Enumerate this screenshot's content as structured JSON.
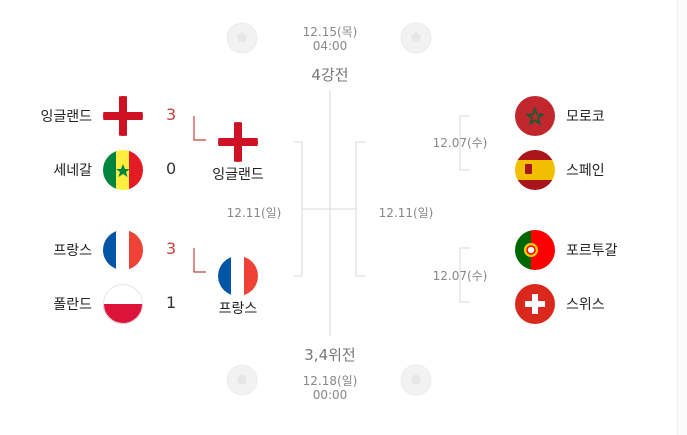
{
  "final": {
    "date": "12.15(목)",
    "time": "04:00",
    "round_label": "4강전"
  },
  "third_place": {
    "round_label": "3,4위전",
    "date": "12.18(일)",
    "time": "00:00"
  },
  "left": {
    "qf1": {
      "team1": {
        "name": "잉글랜드",
        "score": "3",
        "flag": "england"
      },
      "team2": {
        "name": "세네갈",
        "score": "0",
        "flag": "senegal"
      },
      "winner": {
        "name": "잉글랜드",
        "flag": "england"
      }
    },
    "qf2": {
      "team1": {
        "name": "프랑스",
        "score": "3",
        "flag": "france"
      },
      "team2": {
        "name": "폴란드",
        "score": "1",
        "flag": "poland"
      },
      "winner": {
        "name": "프랑스",
        "flag": "france"
      }
    },
    "sf_date": "12.11(일)"
  },
  "right": {
    "qf1": {
      "date": "12.07(수)",
      "team1": {
        "name": "모로코",
        "flag": "morocco"
      },
      "team2": {
        "name": "스페인",
        "flag": "spain"
      }
    },
    "qf2": {
      "date": "12.07(수)",
      "team1": {
        "name": "포르투갈",
        "flag": "portugal"
      },
      "team2": {
        "name": "스위스",
        "flag": "switzerland"
      }
    },
    "sf_date": "12.11(일)"
  },
  "colors": {
    "win_score": "#c84040",
    "line": "#d8d8d8"
  }
}
